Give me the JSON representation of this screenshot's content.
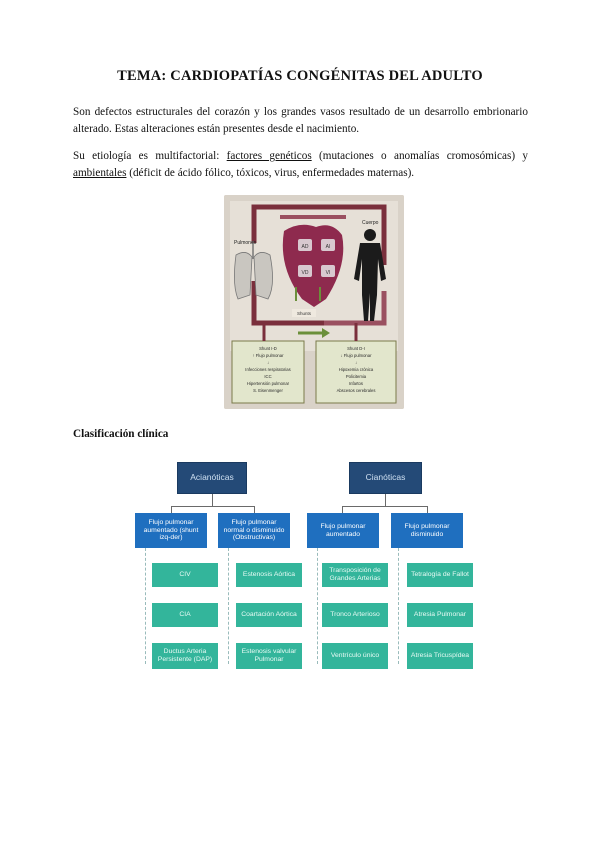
{
  "document": {
    "title": "TEMA: CARDIOPATÍAS CONGÉNITAS DEL ADULTO",
    "paragraph1": "Son defectos estructurales del corazón y los grandes vasos resultado de un desarrollo embrionario alterado. Estas alteraciones están presentes desde el nacimiento.",
    "paragraph2": {
      "prefix": "Su etiología es multifactorial: ",
      "genetic": "factores genéticos",
      "middle": " (mutaciones o anomalías cromosómicas) y ",
      "environmental": "ambientales",
      "suffix": " (déficit de ácido fólico, tóxicos, virus, enfermedades maternas)."
    },
    "section_heading": "Clasificación clínica"
  },
  "figure": {
    "lungs_label": "Pulmones",
    "body_label": "Cuerpo",
    "chambers": [
      "AD",
      "AI",
      "VD",
      "VI"
    ],
    "shunt_label": "Shunts",
    "left_panel": [
      "Shunt I-D",
      "↑ Flujo pulmonar",
      "↓",
      "Infecciones respiratorias",
      "ICC",
      "Hipertensión pulmonar",
      "S. Eisenmenger"
    ],
    "right_panel": [
      "Shunt D-I",
      "↓ Flujo pulmonar",
      "↓",
      "Hipoxemia crónica",
      "Policitemia",
      "Infartos",
      "Abscesos cerebrales"
    ]
  },
  "classification": {
    "acianoticas": {
      "label": "Acianóticas",
      "groups": [
        {
          "label": "Flujo pulmonar aumentado (shunt izq-der)",
          "items": [
            "CIV",
            "CIA",
            "Ductus Arteria Persistente (DAP)"
          ]
        },
        {
          "label": "Flujo pulmonar normal o disminuido (Obstructivas)",
          "items": [
            "Estenosis Aórtica",
            "Coartación Aórtica",
            "Estenosis valvular Pulmonar"
          ]
        }
      ]
    },
    "cianoticas": {
      "label": "Cianóticas",
      "groups": [
        {
          "label": "Flujo pulmonar aumentado",
          "items": [
            "Transposición de Grandes Arterias",
            "Tronco Arterioso",
            "Ventrículo único"
          ]
        },
        {
          "label": "Flujo pulmonar disminuido",
          "items": [
            "Tetralogía de Fallot",
            "Atresia Pulmonar",
            "Atresia Tricuspídea"
          ]
        }
      ]
    }
  },
  "colors": {
    "top_box": "#244a77",
    "mid_box": "#1f6fbf",
    "leaf_box": "#33b59b",
    "heart": "#8e2a4e",
    "frame": "#7a2f3c"
  }
}
